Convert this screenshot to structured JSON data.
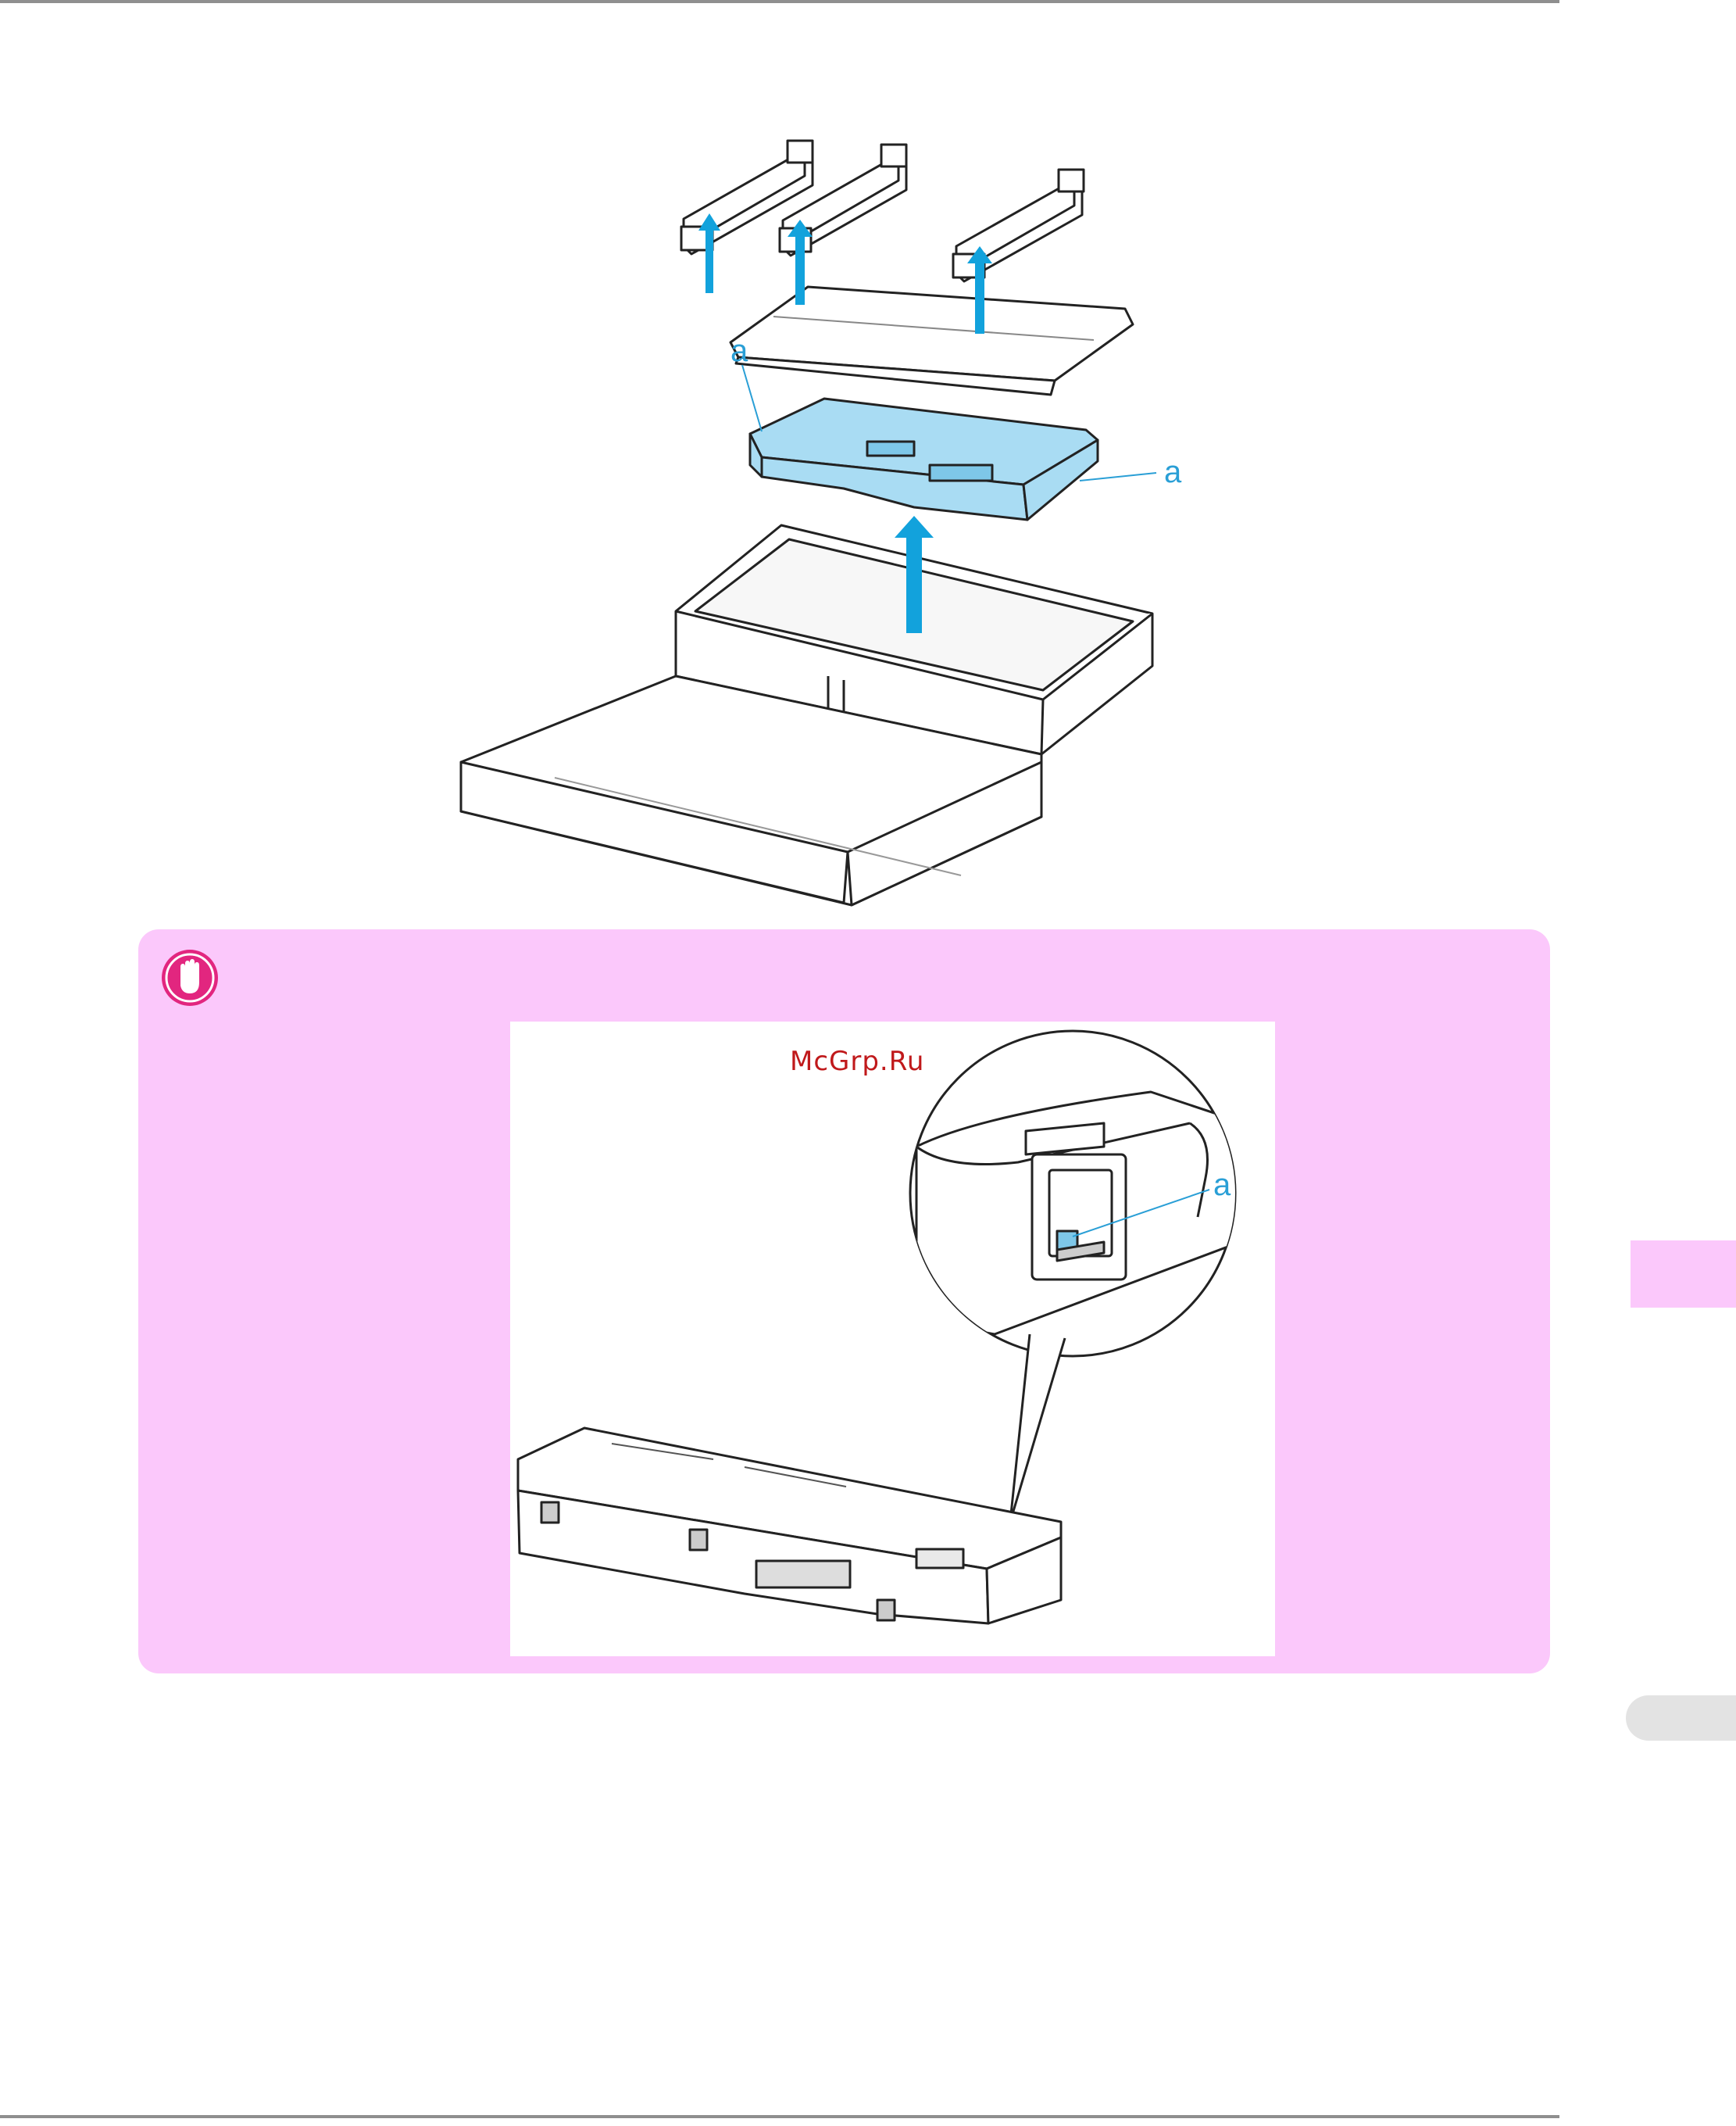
{
  "figure_top": {
    "callouts": [
      {
        "id": "left",
        "label": "a"
      },
      {
        "id": "right",
        "label": "a"
      }
    ]
  },
  "note": {
    "icon": "important-hand-icon",
    "watermark": "McGrp.Ru",
    "figure_callout": "a"
  },
  "colors": {
    "note_background": "#fbc8fb",
    "part_highlight": "#a9dcf3",
    "arrow": "#12a2dc",
    "icon": "#e2267f",
    "side_pill": "#e3e3e3"
  }
}
